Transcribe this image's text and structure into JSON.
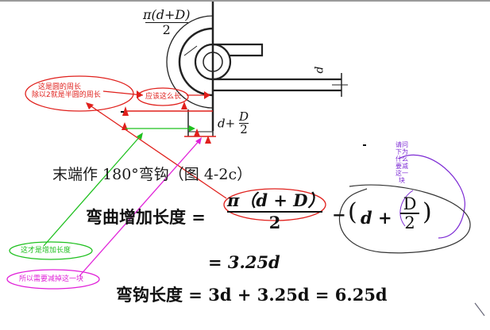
{
  "diagram": {
    "arc_label": {
      "numerator": "π(d+D)",
      "denominator": "2"
    },
    "offset_label": {
      "prefix": "d+",
      "numerator": "D",
      "denominator": "2"
    },
    "diameter_label": "d"
  },
  "annotations": {
    "circle_perimeter": [
      "这是圆的周长",
      "除以2就是半圆的周长"
    ],
    "should_be_length": "应该这么长",
    "added_length": "这才是增加长度",
    "subtract_piece": "所以需要减掉这一块",
    "question": [
      "请问",
      "下为",
      "什么",
      "要减",
      "这一",
      "块"
    ]
  },
  "content": {
    "heading": "末端作 180°弯钩（图 4-2c）",
    "formula1": {
      "lhs": "弯曲增加长度 =",
      "frac_num": "π（d + D）",
      "frac_den": "2",
      "minus": "−",
      "paren_open": "(",
      "term": "d +",
      "inner_num": "D",
      "inner_den": "2",
      "paren_close": ")"
    },
    "formula2": "= 3.25d",
    "formula3": "弯钩长度 = 3d + 3.25d = 6.25d"
  },
  "colors": {
    "red": "#e0201c",
    "green": "#1fc01f",
    "magenta": "#e020d8",
    "purple": "#7d2bd4",
    "ink": "#111111"
  }
}
